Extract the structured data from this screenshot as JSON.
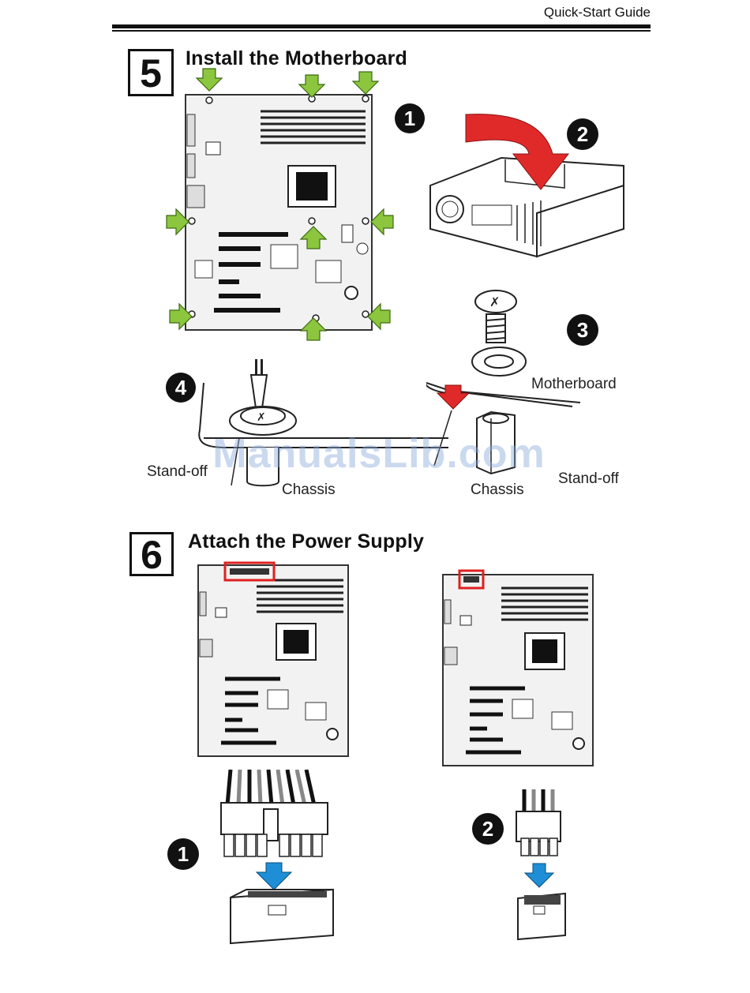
{
  "header": {
    "guide_title": "Quick-Start Guide"
  },
  "step5": {
    "number": "5",
    "title": "Install the Motherboard",
    "callouts": [
      "1",
      "2",
      "3",
      "4"
    ],
    "labels": {
      "motherboard": "Motherboard",
      "standoff_left": "Stand-off",
      "chassis_left": "Chassis",
      "chassis_right": "Chassis",
      "standoff_right": "Stand-off"
    }
  },
  "step6": {
    "number": "6",
    "title": "Attach the Power Supply",
    "callouts": [
      "1",
      "2"
    ]
  },
  "watermark": "ManualsLib.com",
  "colors": {
    "green_arrow": "#8cc63f",
    "red_arrow": "#e02a2a",
    "blue_arrow": "#1e8fd6",
    "highlight_box": "#e02020"
  }
}
